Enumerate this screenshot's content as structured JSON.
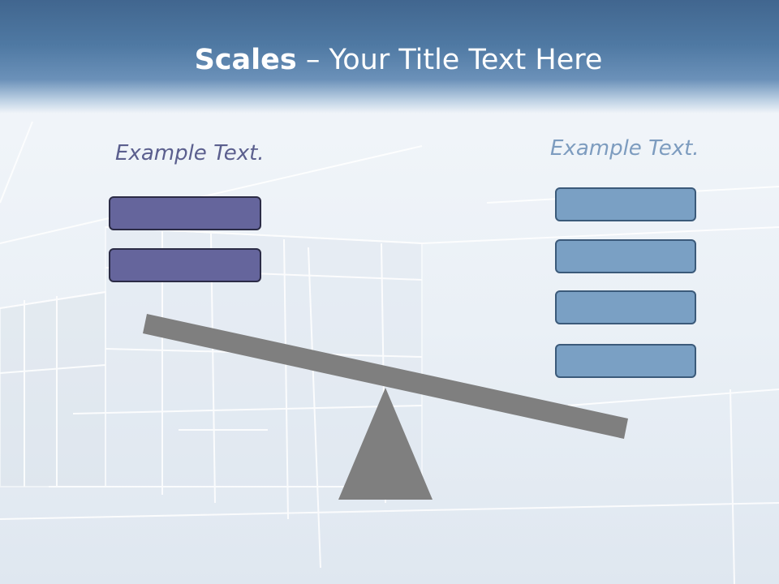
{
  "title": {
    "bold": "Scales",
    "rest": " – Your Title Text Here"
  },
  "left_side": {
    "label": "Example Text.",
    "box_count": 2
  },
  "right_side": {
    "label": "Example Text.",
    "box_count": 4
  },
  "colors": {
    "header": "#4f79a3",
    "left_box": "#65659c",
    "left_label": "#5b5f8e",
    "right_box": "#7aa0c4",
    "right_label": "#7d9cbf",
    "beam": "#7f7f7f",
    "fulcrum": "#7f7f7f"
  }
}
